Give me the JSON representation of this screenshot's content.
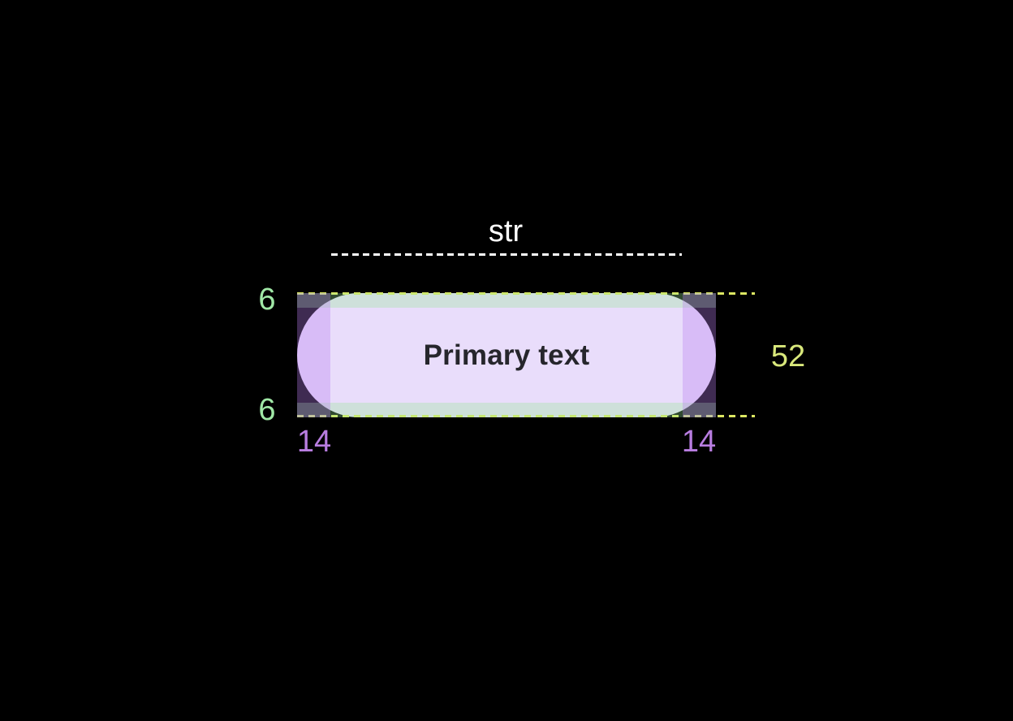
{
  "component": {
    "label": "Primary text"
  },
  "annotations": {
    "content_label": "str",
    "padding_top": "6",
    "padding_bottom": "6",
    "padding_left": "14",
    "padding_right": "14",
    "height": "52"
  },
  "colors": {
    "background": "#000000",
    "button_fill": "#e9ddfb",
    "button_text": "#26262c",
    "padding_vertical_label": "#a0e8a6",
    "padding_horizontal_label": "#b87de0",
    "height_label": "#d9e87b",
    "dimension_line": "#dce762",
    "content_line": "#ffffff",
    "padding_vertical_overlay": "rgba(150,230,150,0.32)",
    "padding_horizontal_overlay": "rgba(184,125,239,0.34)"
  }
}
